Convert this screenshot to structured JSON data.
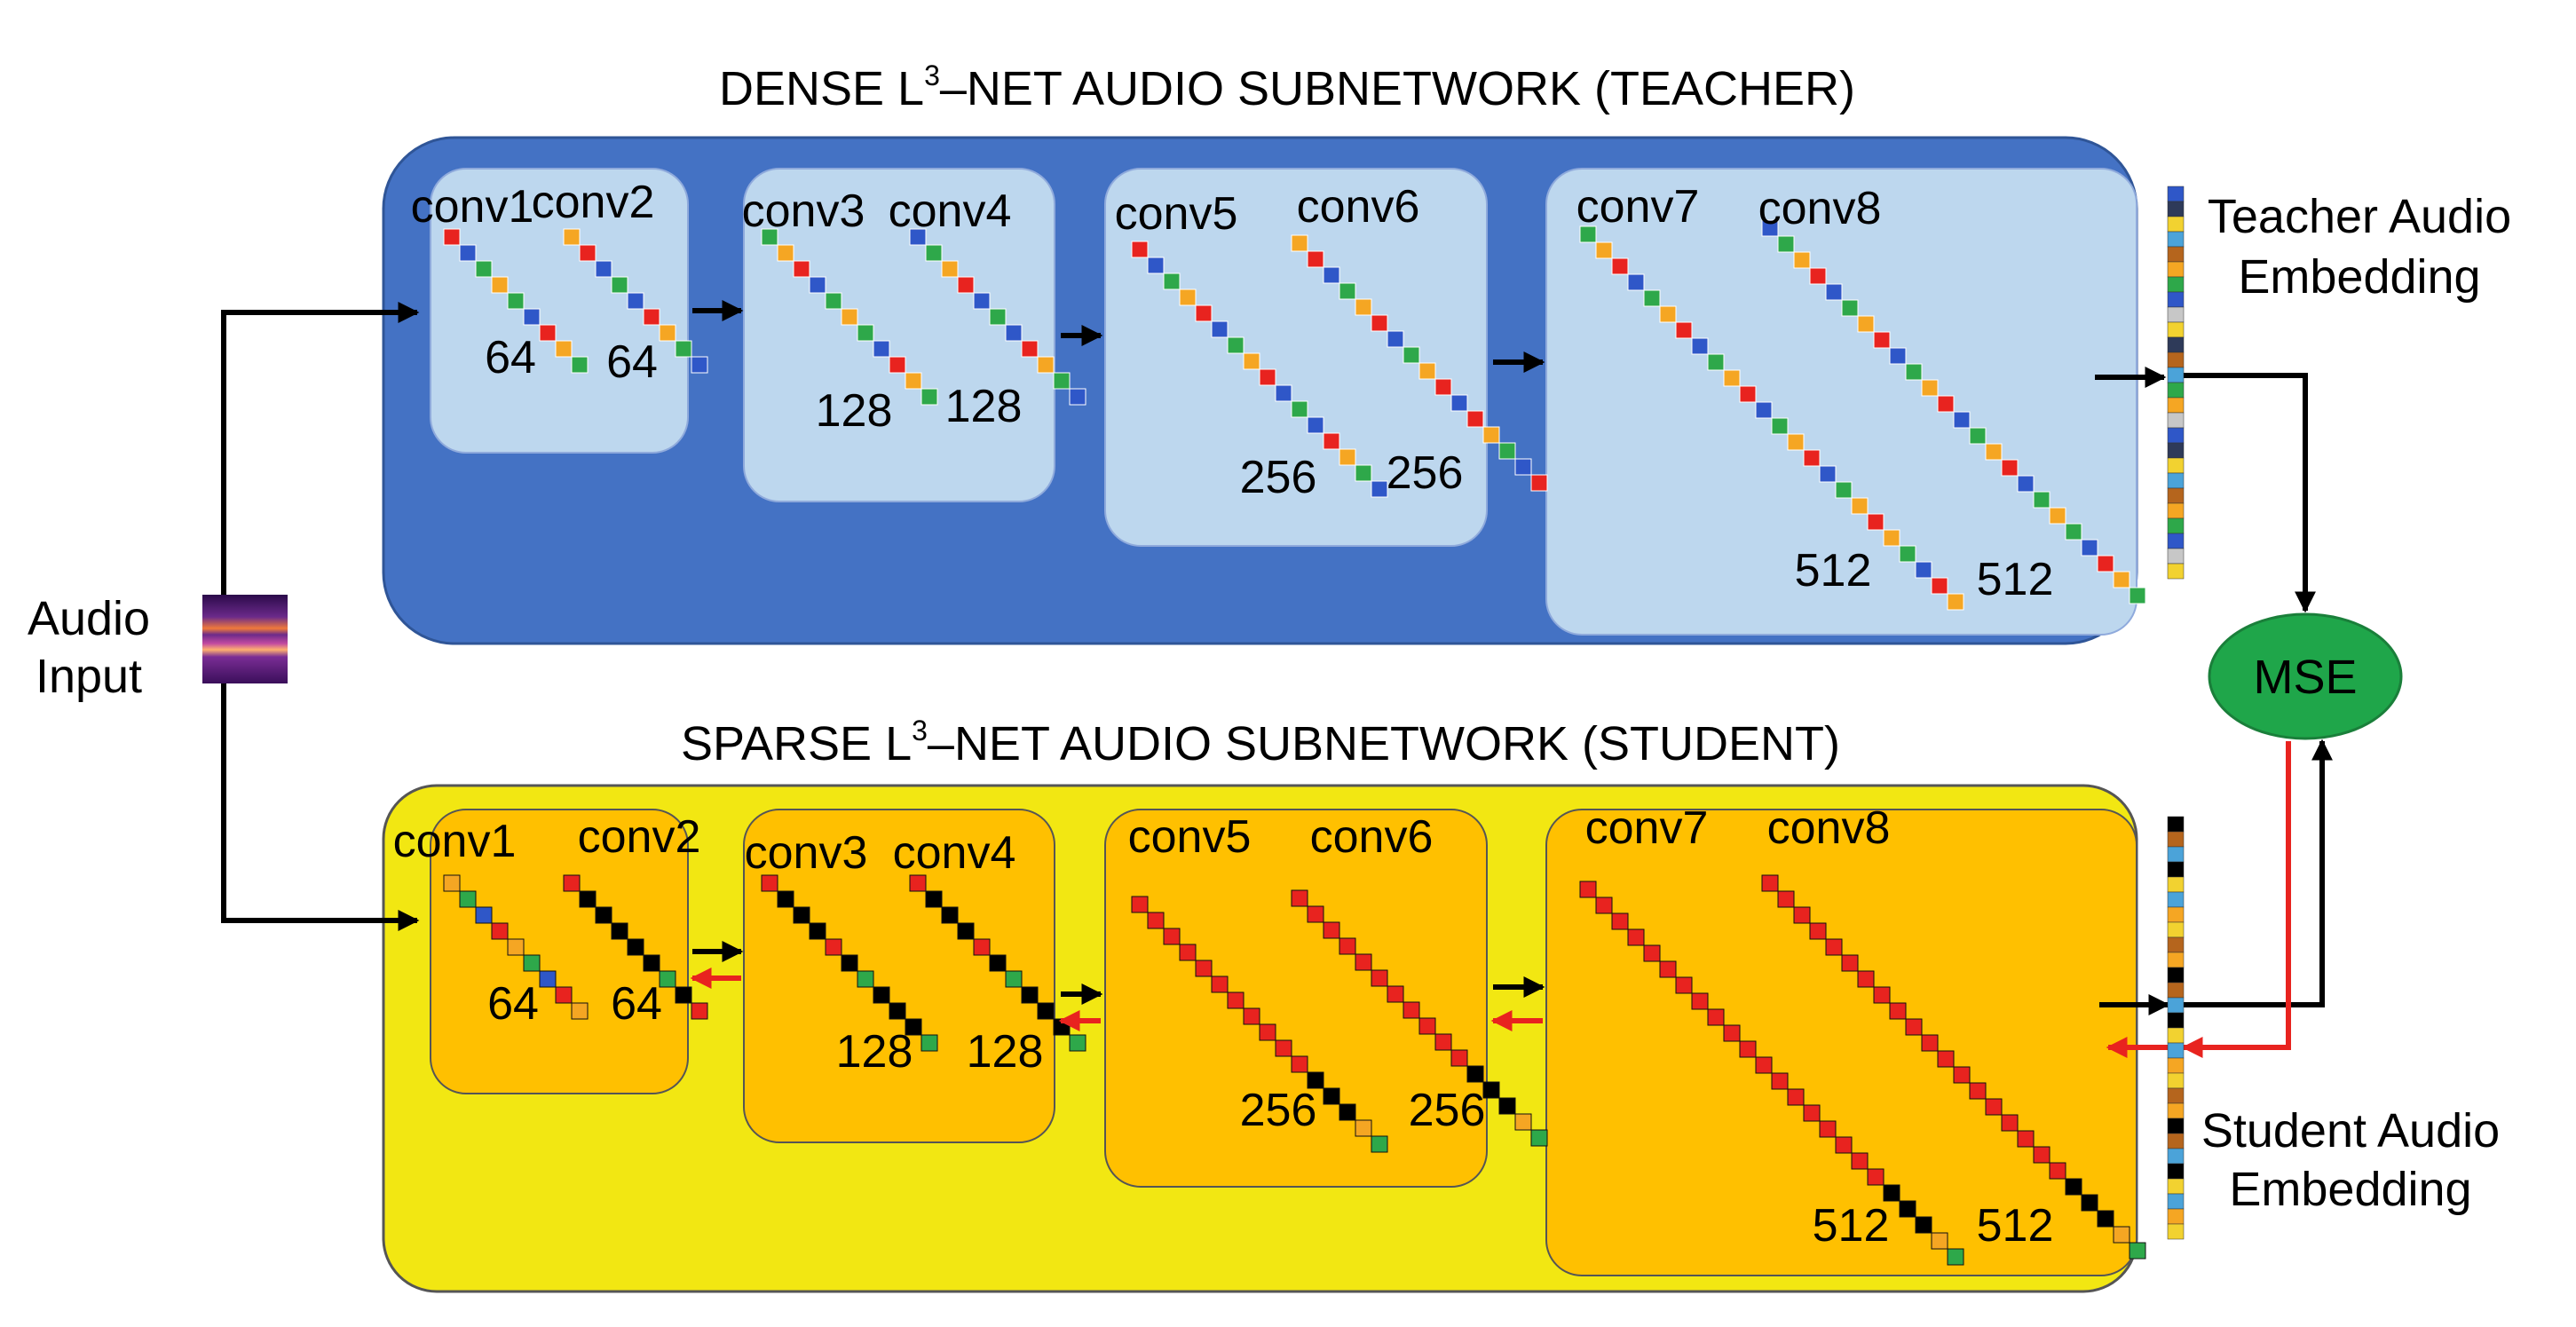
{
  "teacher": {
    "title_pre": "DENSE L",
    "title_sup": "3",
    "title_post": "–NET AUDIO SUBNETWORK (TEACHER)",
    "embedding_label_line1": "Teacher Audio",
    "embedding_label_line2": "Embedding"
  },
  "student": {
    "title_pre": "SPARSE L",
    "title_sup": "3",
    "title_post": "–NET AUDIO SUBNETWORK (STUDENT)",
    "embedding_label_line1": "Student Audio",
    "embedding_label_line2": "Embedding"
  },
  "input": {
    "label_line1": "Audio",
    "label_line2": "Input"
  },
  "loss": {
    "label": "MSE"
  },
  "layers": [
    {
      "name": "conv1",
      "filters": "64"
    },
    {
      "name": "conv2",
      "filters": "64"
    },
    {
      "name": "conv3",
      "filters": "128"
    },
    {
      "name": "conv4",
      "filters": "128"
    },
    {
      "name": "conv5",
      "filters": "256"
    },
    {
      "name": "conv6",
      "filters": "256"
    },
    {
      "name": "conv7",
      "filters": "512"
    },
    {
      "name": "conv8",
      "filters": "512"
    }
  ],
  "colors": {
    "teacher_panel": "#4472C4",
    "teacher_block": "#BDD7EE",
    "student_panel": "#F2E712",
    "student_block": "#FFC000",
    "mse_fill": "#1FA64A",
    "forward_arrow": "#000000",
    "backward_arrow": "#E8231F",
    "cell_palette": [
      "#E8231F",
      "#F5A623",
      "#2EA84A",
      "#2F57C8"
    ],
    "embedding_teacher_palette": [
      "#2F57C8",
      "#F5A623",
      "#4BA3D9",
      "#2E3A59",
      "#C7C7C7",
      "#2EA84A",
      "#B5651D",
      "#F2D230"
    ],
    "embedding_student_palette": [
      "#000000",
      "#F5A623",
      "#4BA3D9",
      "#B5651D",
      "#F2D230"
    ]
  }
}
